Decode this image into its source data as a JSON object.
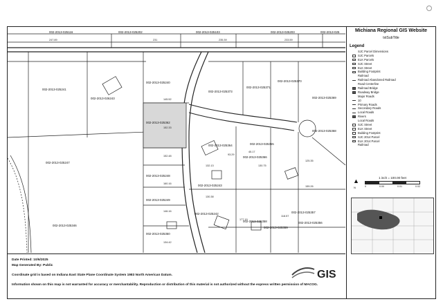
{
  "header": {
    "title": "Michiana Regional GIS Website",
    "subtitle": "txtSubTitle"
  },
  "legend": {
    "heading": "Legend",
    "items": [
      {
        "label": "SJC Parcel Dimensions",
        "swatch": "none"
      },
      {
        "label": "SJC Parcels",
        "swatch": "box"
      },
      {
        "label": "ELK Parcels",
        "swatch": "box"
      },
      {
        "label": "SJC Street",
        "swatch": "box"
      },
      {
        "label": "ELK Street",
        "swatch": "box"
      },
      {
        "label": "Building Footprint",
        "swatch": "box"
      },
      {
        "label": "Railroad",
        "swatch": "none"
      },
      {
        "label": "Railroad        Abandoned Railroad",
        "swatch": "line"
      },
      {
        "label": "Road Centerline",
        "swatch": "none"
      },
      {
        "label": "Railroad Bridge",
        "swatch": "dark"
      },
      {
        "label": "Roadway Bridge",
        "swatch": "dark"
      },
      {
        "label": "Major Roads",
        "swatch": "none"
      },
      {
        "label": "10",
        "swatch": "line"
      },
      {
        "label": "Primary Roads",
        "swatch": "line"
      },
      {
        "label": "Secondary Roads",
        "swatch": "line"
      },
      {
        "label": "Local Roads",
        "swatch": "line"
      },
      {
        "label": "Rivers",
        "swatch": "dark"
      },
      {
        "label": "Local Roads",
        "swatch": "none"
      },
      {
        "label": "SJC Street",
        "swatch": "box"
      },
      {
        "label": "ELK Street",
        "swatch": "box"
      },
      {
        "label": "Building Footprint",
        "swatch": "box"
      },
      {
        "label": "SJC 2014 Parcel",
        "swatch": "box"
      },
      {
        "label": "ELK 2014 Parcel",
        "swatch": "box"
      },
      {
        "label": "Railroad",
        "swatch": "none"
      }
    ]
  },
  "scale": {
    "title": "1 inch = 100.00 feet",
    "labels": [
      "0",
      "0.00",
      "0.01",
      "0.02"
    ]
  },
  "north_label": "N",
  "footer": {
    "date_printed": "Date Printed:  10/6/2025",
    "generated_by": "Map Generated By:  Public",
    "coordinate_note": "Coordinate grid is based on Indiana East State Plane Coordinate System 1983 North American Datum.",
    "disclaimer": "Information shown on this map is not warranted for accuracy or merchantability. Reproduction or distribution of this material is not authorized without the express written permission of MACOG."
  },
  "logo": {
    "text": "GIS"
  },
  "map": {
    "top_parcels": [
      "002-2013-025116",
      "002-2013-025202",
      "002-2013-025103",
      "002-2013-025203",
      "002-2013-025"
    ],
    "top_dims": [
      "247.89",
      "231",
      "235.39",
      "233.59"
    ],
    "parcels": [
      "002-2013-025240",
      "002-2013-025241",
      "002-2013-026243",
      "002-2013-025373",
      "002-2013-025371",
      "002-2013-025370",
      "002-2013-025369",
      "002-2013-025362",
      "002-2013-025364",
      "002-2013-025365",
      "002-2013-025366",
      "002-2013-025368",
      "002-2013-025247",
      "002-2013-025248",
      "002-2013-025249",
      "002-2013-025243",
      "002-2013-025242",
      "002-2013-025346",
      "002-2013-025350",
      "002-2013-025359",
      "002-2013-025358",
      "002-2013-025357",
      "002-2013-025356"
    ],
    "dims": [
      "145.52",
      "152.33",
      "152.48",
      "160.16",
      "146.16",
      "134.42",
      "132.13",
      "130.38",
      "45.17",
      "93.29",
      "177.19",
      "118.57",
      "125.35",
      "130.75",
      "159.26"
    ]
  }
}
